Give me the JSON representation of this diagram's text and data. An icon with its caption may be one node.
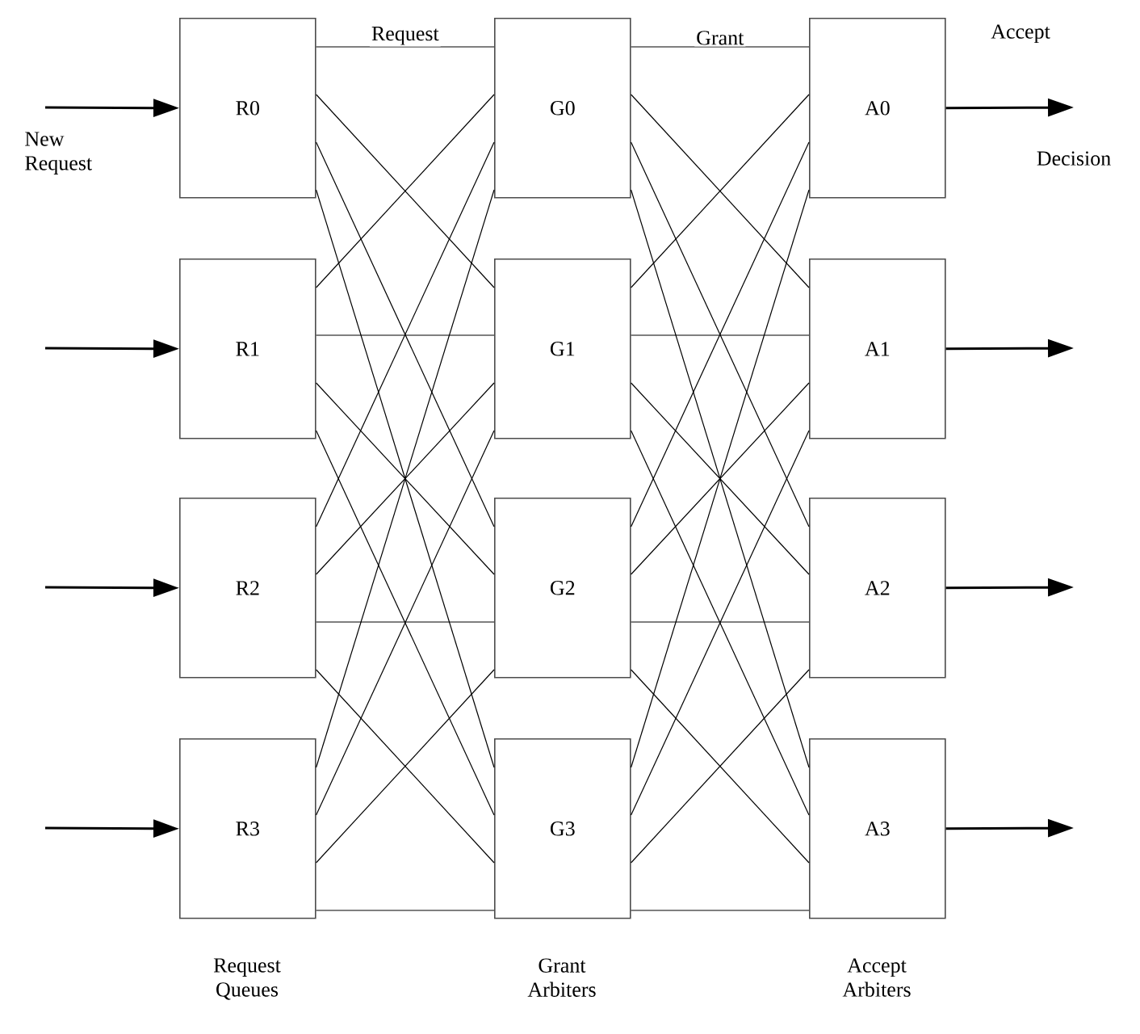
{
  "diagram": {
    "nodes": [
      {
        "text": [
          "R0"
        ]
      },
      {
        "text": [
          "R1"
        ]
      },
      {
        "text": [
          "R2"
        ]
      },
      {
        "text": [
          "R3"
        ]
      },
      {
        "text": [
          "G0"
        ]
      },
      {
        "text": [
          "G1"
        ]
      },
      {
        "text": [
          "G2"
        ]
      },
      {
        "text": [
          "G3"
        ]
      },
      {
        "text": [
          "A0"
        ]
      },
      {
        "text": [
          "A1"
        ]
      },
      {
        "text": [
          "A2"
        ]
      },
      {
        "text": [
          "A3"
        ]
      }
    ],
    "edges": [
      {
        "from": 0,
        "to": 4,
        "arrow": "none",
        "label": "Request"
      },
      {
        "from": 0,
        "to": 5,
        "arrow": "none"
      },
      {
        "from": 0,
        "to": 6,
        "arrow": "none"
      },
      {
        "from": 0,
        "to": 7,
        "arrow": "none"
      },
      {
        "from": 1,
        "to": 4,
        "arrow": "none"
      },
      {
        "from": 1,
        "to": 5,
        "arrow": "none"
      },
      {
        "from": 1,
        "to": 6,
        "arrow": "none"
      },
      {
        "from": 1,
        "to": 7,
        "arrow": "none"
      },
      {
        "from": 2,
        "to": 4,
        "arrow": "none"
      },
      {
        "from": 2,
        "to": 5,
        "arrow": "none"
      },
      {
        "from": 2,
        "to": 6,
        "arrow": "none"
      },
      {
        "from": 2,
        "to": 7,
        "arrow": "none"
      },
      {
        "from": 3,
        "to": 4,
        "arrow": "none"
      },
      {
        "from": 3,
        "to": 5,
        "arrow": "none"
      },
      {
        "from": 3,
        "to": 6,
        "arrow": "none"
      },
      {
        "from": 3,
        "to": 7,
        "arrow": "none"
      },
      {
        "from": 4,
        "to": 8,
        "arrow": "none",
        "label": "Grant"
      },
      {
        "from": 4,
        "to": 9,
        "arrow": "none"
      },
      {
        "from": 4,
        "to": 10,
        "arrow": "none"
      },
      {
        "from": 4,
        "to": 11,
        "arrow": "none"
      },
      {
        "from": 5,
        "to": 8,
        "arrow": "none"
      },
      {
        "from": 5,
        "to": 9,
        "arrow": "none"
      },
      {
        "from": 5,
        "to": 10,
        "arrow": "none"
      },
      {
        "from": 5,
        "to": 11,
        "arrow": "none"
      },
      {
        "from": 6,
        "to": 8,
        "arrow": "none"
      },
      {
        "from": 6,
        "to": 9,
        "arrow": "none"
      },
      {
        "from": 6,
        "to": 10,
        "arrow": "none"
      },
      {
        "from": 6,
        "to": 11,
        "arrow": "none"
      },
      {
        "from": 7,
        "to": 8,
        "arrow": "none"
      },
      {
        "from": 7,
        "to": 9,
        "arrow": "none"
      },
      {
        "from": 7,
        "to": 10,
        "arrow": "none"
      },
      {
        "from": 7,
        "to": 11,
        "arrow": "none"
      },
      {
        "from": null,
        "to": 0,
        "arrow": "to",
        "label": "New Request"
      },
      {
        "from": null,
        "to": 1,
        "arrow": "to"
      },
      {
        "from": null,
        "to": 2,
        "arrow": "to"
      },
      {
        "from": null,
        "to": 3,
        "arrow": "to"
      },
      {
        "from": 8,
        "to": null,
        "arrow": "to",
        "label": "Decision"
      },
      {
        "from": 9,
        "to": null,
        "arrow": "to"
      },
      {
        "from": 10,
        "to": null,
        "arrow": "to"
      },
      {
        "from": 11,
        "to": null,
        "arrow": "to"
      }
    ],
    "labels": [
      "Accept",
      "Request Queues",
      "Grant Arbiters",
      "Accept Arbiters"
    ]
  }
}
